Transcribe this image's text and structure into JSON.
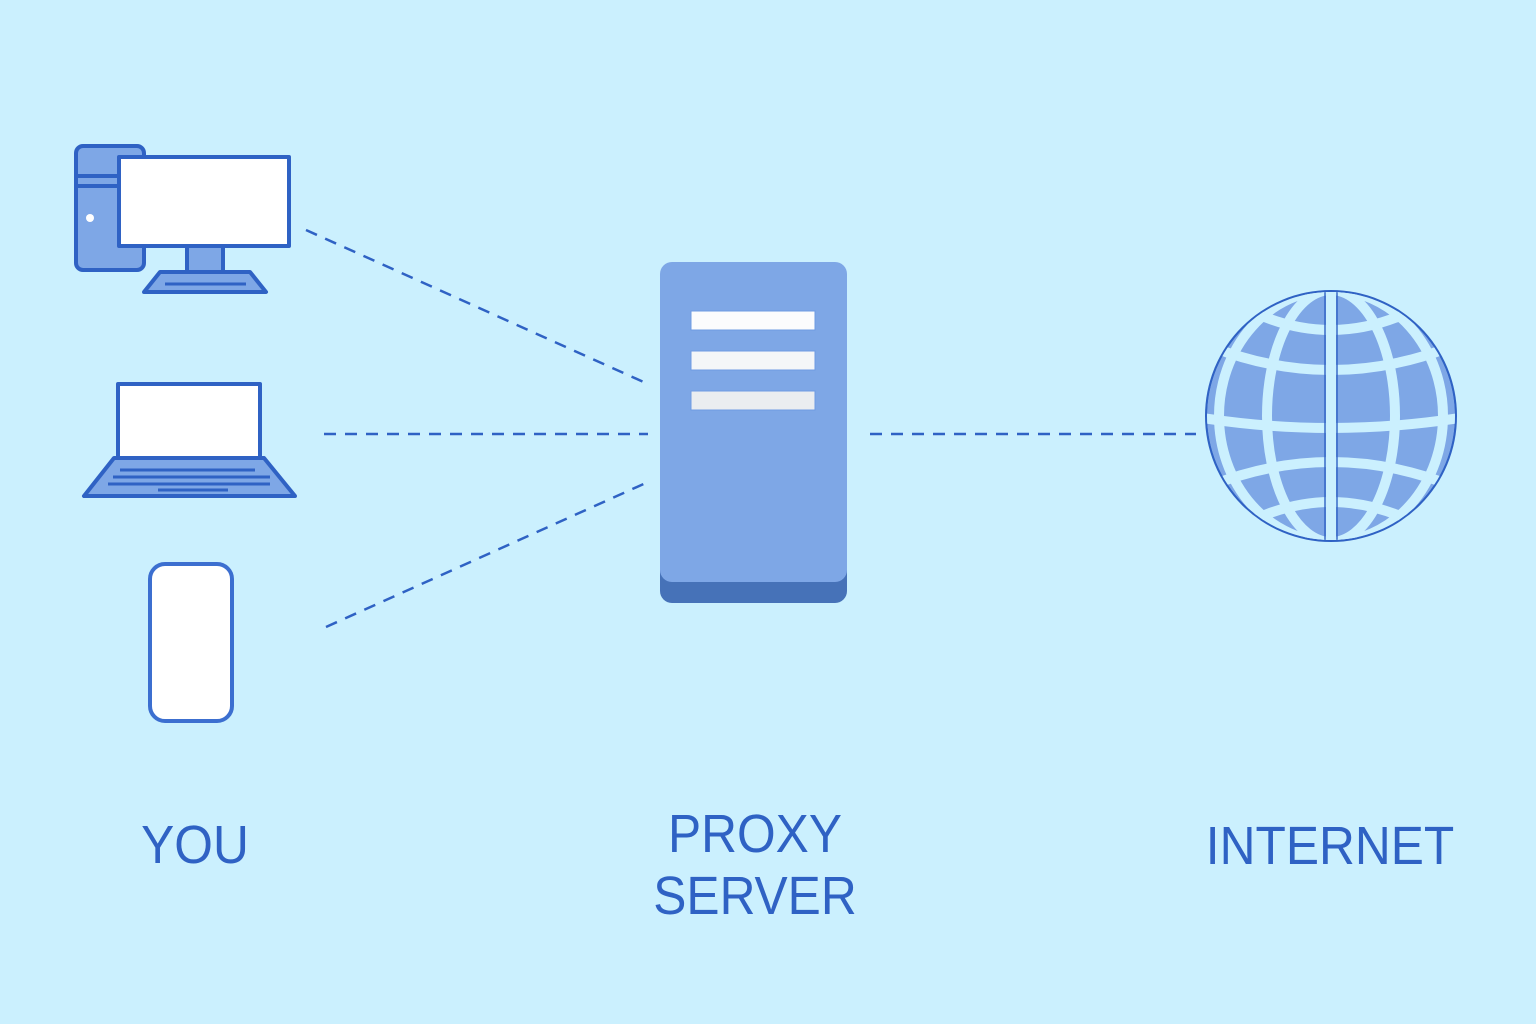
{
  "diagram": {
    "title": "Proxy server diagram",
    "colors": {
      "background": "#cbf0fe",
      "stroke": "#2f62c4",
      "fill": "#7ea7e6",
      "screen": "#ffffff",
      "server_base": "#4672b8"
    },
    "nodes": [
      {
        "id": "desktop",
        "icon": "desktop-computer-icon"
      },
      {
        "id": "laptop",
        "icon": "laptop-icon"
      },
      {
        "id": "phone",
        "icon": "smartphone-icon"
      },
      {
        "id": "proxy",
        "icon": "server-icon"
      },
      {
        "id": "internet",
        "icon": "globe-icon"
      }
    ],
    "edges": [
      {
        "from": "desktop",
        "to": "proxy",
        "style": "dashed"
      },
      {
        "from": "laptop",
        "to": "proxy",
        "style": "dashed"
      },
      {
        "from": "phone",
        "to": "proxy",
        "style": "dashed"
      },
      {
        "from": "proxy",
        "to": "internet",
        "style": "dashed"
      }
    ],
    "labels": {
      "you": "YOU",
      "proxy_line1": "PROXY",
      "proxy_line2": "SERVER",
      "internet": "INTERNET"
    }
  }
}
